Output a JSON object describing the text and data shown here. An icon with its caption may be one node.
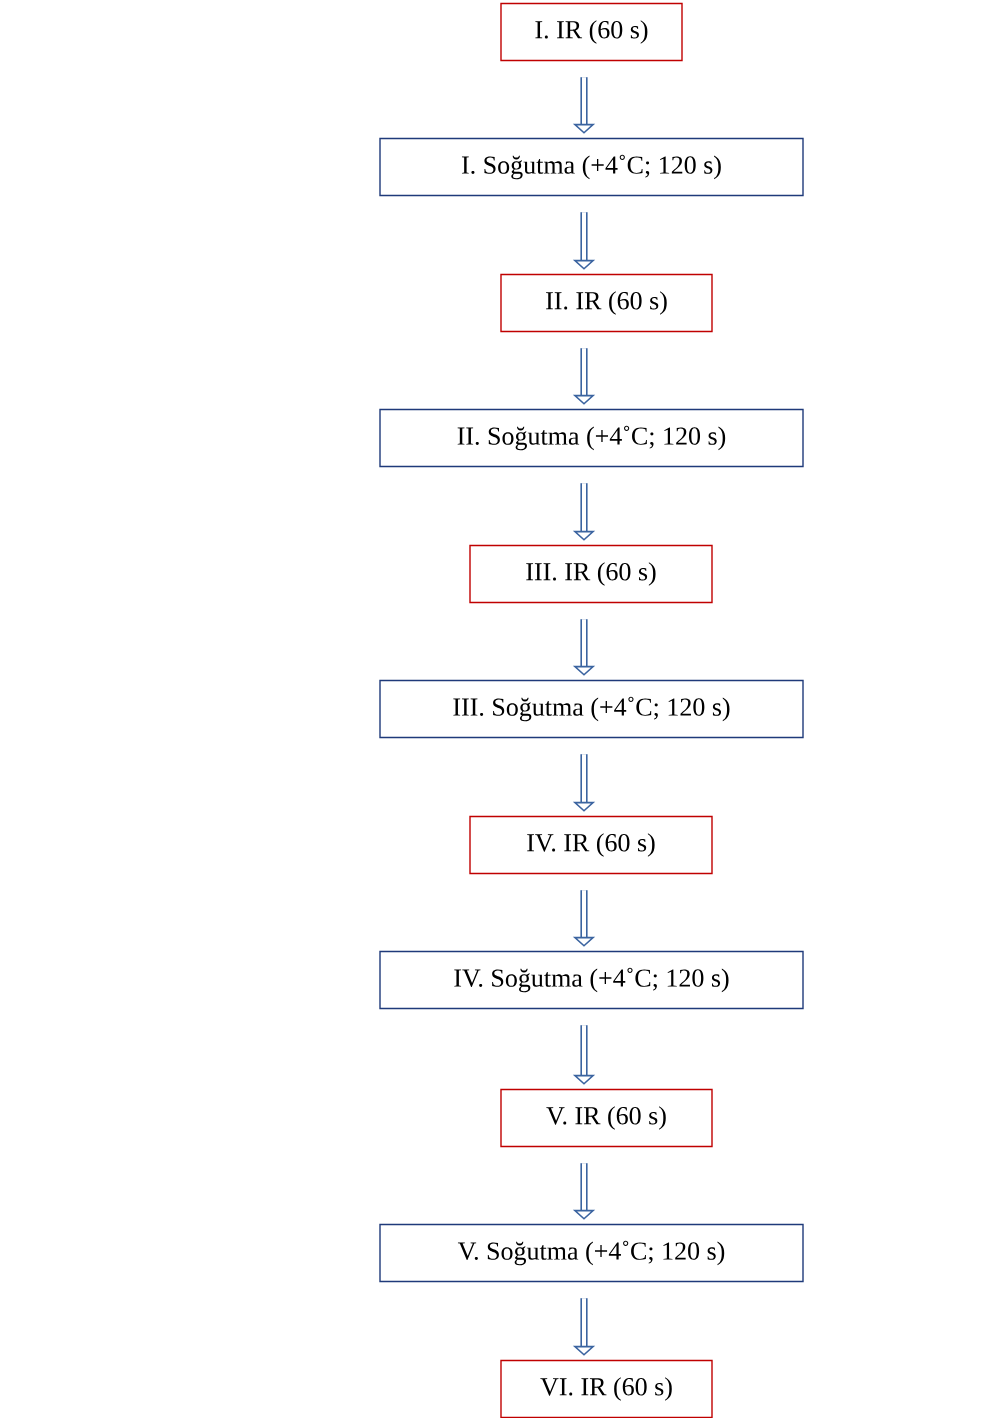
{
  "diagram": {
    "nodes": [
      {
        "text": [
          "I. IR (60 s)"
        ]
      },
      {
        "text": [
          "I. Soğutma (+4˚C; 120 s)"
        ]
      },
      {
        "text": [
          "II. IR (60 s)"
        ]
      },
      {
        "text": [
          "II. Soğutma (+4˚C; 120 s)"
        ]
      },
      {
        "text": [
          "III. IR (60 s)"
        ]
      },
      {
        "text": [
          "III. Soğutma (+4˚C; 120 s)"
        ]
      },
      {
        "text": [
          "IV. IR (60 s)"
        ]
      },
      {
        "text": [
          "IV. Soğutma (+4˚C; 120 s)"
        ]
      },
      {
        "text": [
          "V. IR (60 s)"
        ]
      },
      {
        "text": [
          "V. Soğutma (+4˚C; 120 s)"
        ]
      },
      {
        "text": [
          "VI. IR (60 s)"
        ]
      }
    ],
    "edges": [
      {
        "from": 0,
        "to": 1,
        "arrow": "to"
      },
      {
        "from": 1,
        "to": 2,
        "arrow": "to"
      },
      {
        "from": 2,
        "to": 3,
        "arrow": "to"
      },
      {
        "from": 3,
        "to": 4,
        "arrow": "to"
      },
      {
        "from": 4,
        "to": 5,
        "arrow": "to"
      },
      {
        "from": 5,
        "to": 6,
        "arrow": "to"
      },
      {
        "from": 6,
        "to": 7,
        "arrow": "to"
      },
      {
        "from": 7,
        "to": 8,
        "arrow": "to"
      },
      {
        "from": 8,
        "to": 9,
        "arrow": "to"
      },
      {
        "from": 9,
        "to": 10,
        "arrow": "to"
      }
    ]
  }
}
